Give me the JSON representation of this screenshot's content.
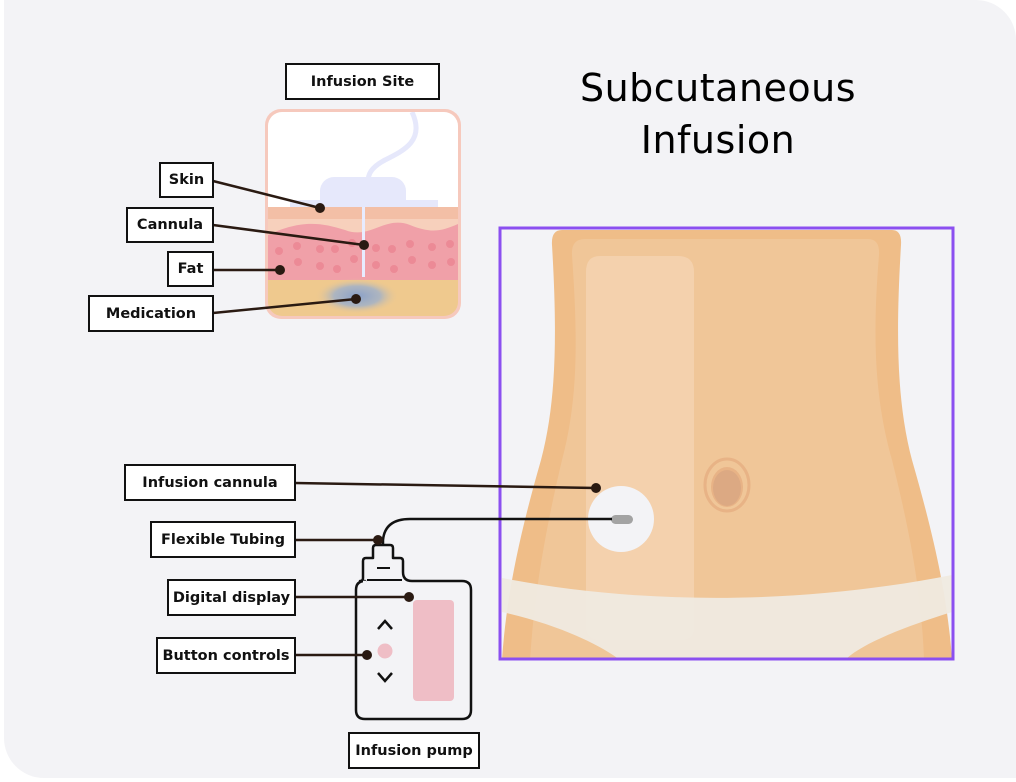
{
  "title": {
    "line1": "Subcutaneous",
    "line2": "Infusion"
  },
  "infusion_site": {
    "heading": "Infusion Site",
    "labels": {
      "skin": "Skin",
      "cannula": "Cannula",
      "fat": "Fat",
      "medication": "Medication"
    }
  },
  "pump": {
    "heading": "Infusion pump",
    "labels": {
      "infusion_cannula": "Infusion cannula",
      "flexible_tubing": "Flexible Tubing",
      "digital_display": "Digital display",
      "button_controls": "Button controls"
    },
    "up_glyph": "^",
    "down_glyph": "v"
  },
  "colors": {
    "highlight_frame": "#8b4ff0",
    "skin_tone": "#f0c698",
    "skin_outer": "#efbd88",
    "fat_layer": "#f0a0a8",
    "medication_layer": "#efc98e",
    "display": "#efbec6",
    "leader_line": "#2a1a12"
  }
}
